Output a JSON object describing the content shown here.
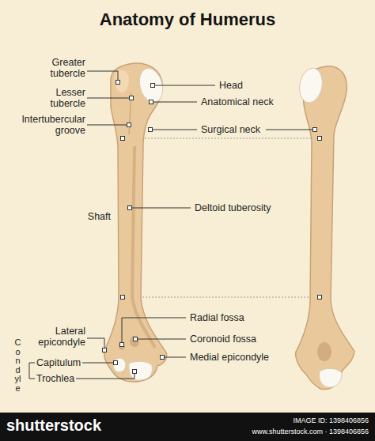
{
  "diagram": {
    "title": "Anatomy of Humerus",
    "labels": [
      "Greater tubercle",
      "Lesser tubercle",
      "Intertubercular groove",
      "Head",
      "Anatomical neck",
      "Surgical neck",
      "Shaft",
      "Deltoid tuberosity",
      "Radial fossa",
      "Coronoid fossa",
      "Medial epicondyle",
      "Lateral epicondyle",
      "Capitulum",
      "Trochlea",
      "Condyle",
      "shutterstock",
      "IMAGE ID: 1398406856",
      "www.shutterstock.com · 1398406856"
    ]
  }
}
